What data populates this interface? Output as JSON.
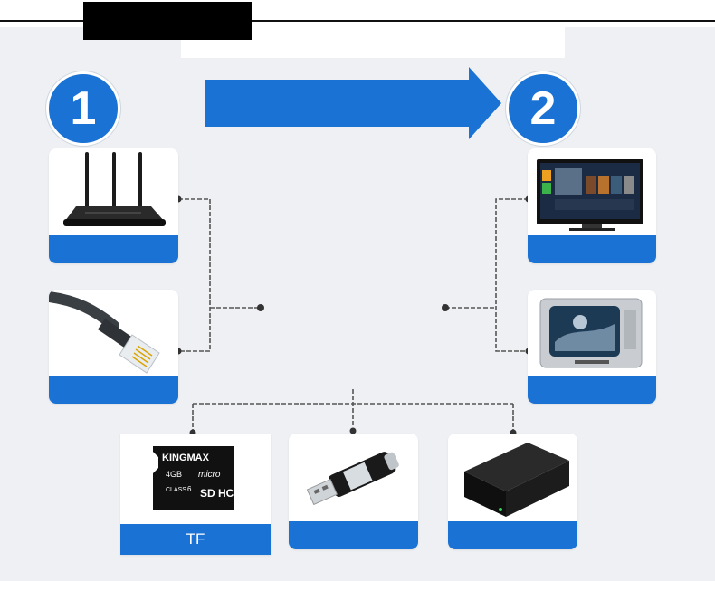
{
  "steps": {
    "first": "1",
    "second": "2"
  },
  "devices": {
    "router": {
      "label": ""
    },
    "network_cable": {
      "label": ""
    },
    "smart_tv": {
      "label": ""
    },
    "crt_tv": {
      "label": ""
    },
    "tf_card": {
      "label": "TF",
      "brand": "KINGMAX",
      "capacity": "4GB",
      "micro": "micro",
      "class": "CLASS",
      "class_num": "6",
      "sdhc": "SD HC"
    },
    "usb_drive": {
      "label": ""
    },
    "hard_drive": {
      "label": ""
    }
  },
  "colors": {
    "accent": "#1a72d4",
    "canvas": "#eef0f3",
    "wire": "#555555"
  }
}
